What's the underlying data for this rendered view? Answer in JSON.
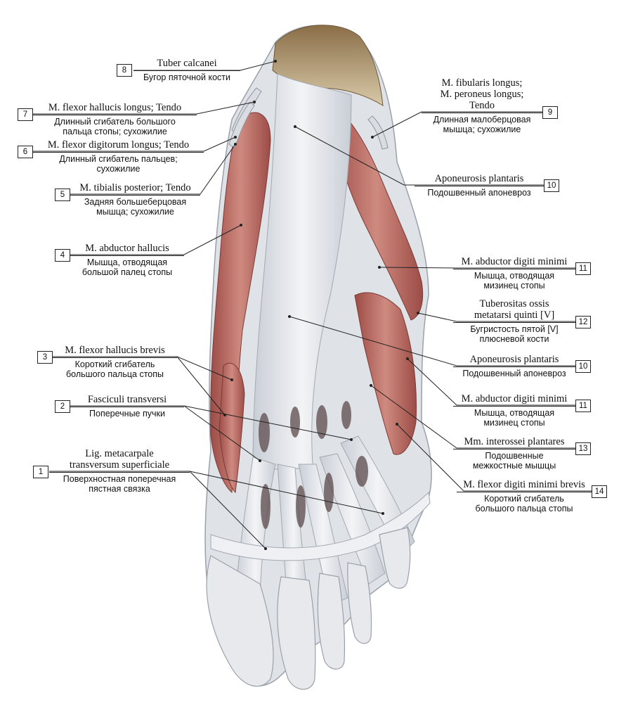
{
  "labels": [
    {
      "num": "8",
      "latin": [
        "Tuber calcanei"
      ],
      "russian": [
        "Бугор пяточной кости"
      ]
    },
    {
      "num": "7",
      "latin": [
        "M. flexor hallucis longus; Tendo"
      ],
      "russian": [
        "Длинный сгибатель большого",
        "пальца стопы; сухожилие"
      ]
    },
    {
      "num": "6",
      "latin": [
        "M. flexor digitorum longus; Tendo"
      ],
      "russian": [
        "Длинный сгибатель пальцев;",
        "сухожилие"
      ]
    },
    {
      "num": "5",
      "latin": [
        "M. tibialis posterior; Tendo"
      ],
      "russian": [
        "Задняя большеберцовая",
        "мышца; сухожилие"
      ]
    },
    {
      "num": "4",
      "latin": [
        "M. abductor hallucis"
      ],
      "russian": [
        "Мышца, отводящая",
        "большой палец стопы"
      ]
    },
    {
      "num": "3",
      "latin": [
        "M. flexor hallucis brevis"
      ],
      "russian": [
        "Короткий сгибатель",
        "большого пальца стопы"
      ]
    },
    {
      "num": "2",
      "latin": [
        "Fasciculi transversi"
      ],
      "russian": [
        "Поперечные пучки"
      ]
    },
    {
      "num": "1",
      "latin": [
        "Lig. metacarpale",
        "transversum superficiale"
      ],
      "russian": [
        "Поверхностная поперечная",
        "пястная связка"
      ]
    },
    {
      "num": "9",
      "latin": [
        "M. fibularis longus;",
        "M. peroneus longus;",
        "Tendo"
      ],
      "russian": [
        "Длинная малоберцовая",
        "мышца; сухожилие"
      ]
    },
    {
      "num": "10",
      "latin": [
        "Aponeurosis plantaris"
      ],
      "russian": [
        "Подошвенный апоневроз"
      ]
    },
    {
      "num": "11",
      "latin": [
        "M. abductor digiti minimi"
      ],
      "russian": [
        "Мышца, отводящая",
        "мизинец стопы"
      ]
    },
    {
      "num": "12",
      "latin": [
        "Tuberositas ossis",
        "metatarsi quinti [V]"
      ],
      "russian": [
        "Бугристость пятой [V]",
        "плюсневой кости"
      ]
    },
    {
      "num": "10",
      "latin": [
        "Aponeurosis plantaris"
      ],
      "russian": [
        "Подошвенный апоневроз"
      ]
    },
    {
      "num": "11",
      "latin": [
        "M. abductor digiti minimi"
      ],
      "russian": [
        "Мышца, отводящая",
        "мизинец стопы"
      ]
    },
    {
      "num": "13",
      "latin": [
        "Mm. interossei plantares"
      ],
      "russian": [
        "Подошвенные",
        "межкостные мышцы"
      ]
    },
    {
      "num": "14",
      "latin": [
        "M. flexor digiti minimi brevis"
      ],
      "russian": [
        "Короткий сгибатель",
        "большого пальца стопы"
      ]
    }
  ],
  "colors": {
    "muscle": "#b5625a",
    "muscle_light": "#cf8a80",
    "tendon": "#e9ebee",
    "tendon_shade": "#b9bfc8",
    "bone": "#a98a5e",
    "leader": "#222222"
  }
}
